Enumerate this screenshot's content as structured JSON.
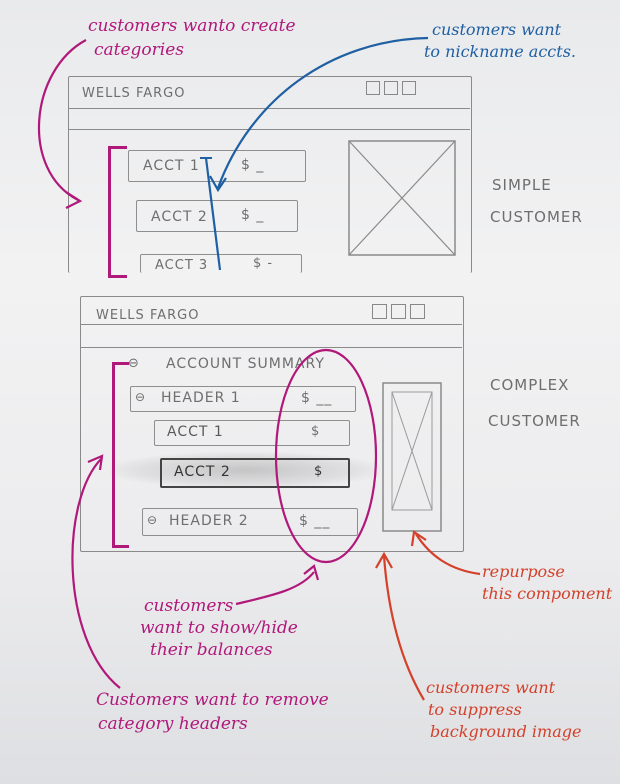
{
  "annotations": {
    "categories": [
      "customers wanto create",
      "categories"
    ],
    "nickname": [
      "customers want",
      "to nickname accts."
    ],
    "balances": [
      "customers",
      "want to show/hide",
      "their balances"
    ],
    "headers": [
      "Customers want to remove",
      "category headers"
    ],
    "repurpose": [
      "repurpose",
      "this compoment"
    ],
    "background": [
      "customers want",
      "to suppress",
      "background image"
    ]
  },
  "simple": {
    "brand": "WELLS FARGO",
    "accounts": [
      {
        "name": "ACCT 1",
        "balance": "$ _"
      },
      {
        "name": "ACCT 2",
        "balance": "$ _"
      },
      {
        "name": "ACCT 3",
        "balance": "$ -"
      }
    ],
    "label": [
      "SIMPLE",
      "CUSTOMER"
    ]
  },
  "complex": {
    "brand": "WELLS FARGO",
    "summary": "ACCOUNT SUMMARY",
    "rows": [
      {
        "name": "HEADER 1",
        "balance": "$ __"
      },
      {
        "name": "ACCT 1",
        "balance": "$"
      },
      {
        "name": "ACCT 2",
        "balance": "$"
      },
      {
        "name": "HEADER 2",
        "balance": "$ __"
      }
    ],
    "label": [
      "COMPLEX",
      "CUSTOMER"
    ]
  },
  "colors": {
    "magenta": "#b0187a",
    "blue": "#1f5fa3",
    "red": "#d4402a",
    "pencil": "#8a8a8a"
  }
}
